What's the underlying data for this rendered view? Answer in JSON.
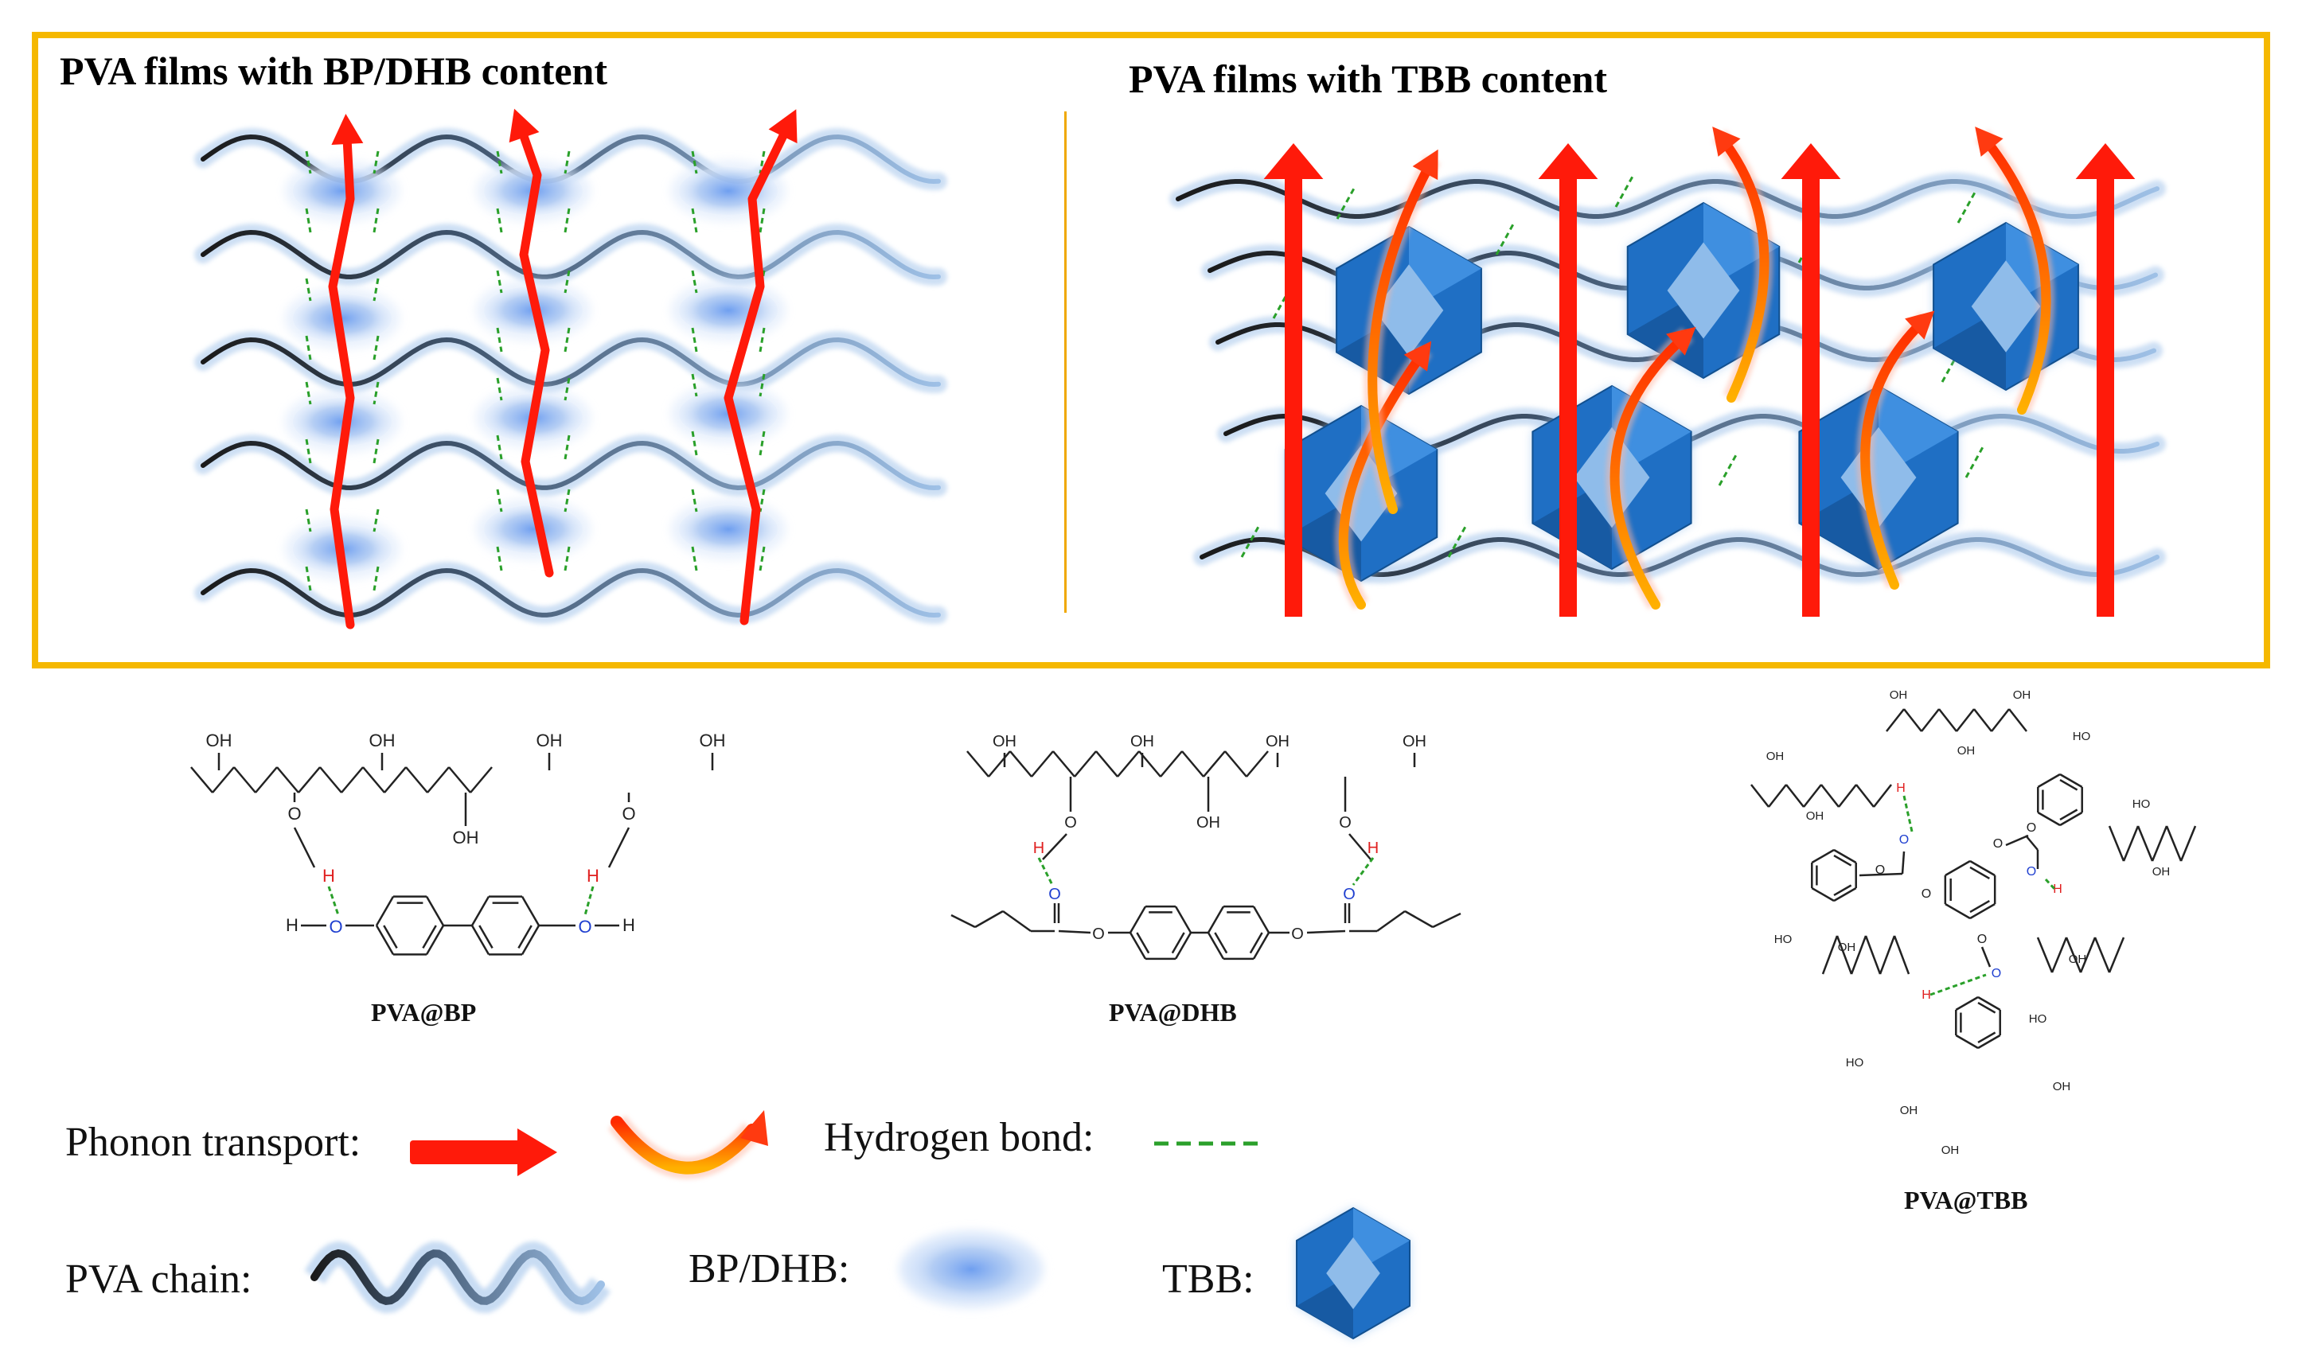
{
  "panels": {
    "left_title": "PVA films with BP/DHB content",
    "right_title": "PVA films with TBB content"
  },
  "molecules": {
    "bp_label": "PVA@BP",
    "dhb_label": "PVA@DHB",
    "tbb_label": "PVA@TBB",
    "atoms": {
      "oh": "OH",
      "ho": "HO",
      "o": "O",
      "h": "H"
    }
  },
  "legend": {
    "phonon": "Phonon transport:",
    "hbond": "Hydrogen bond:",
    "chain": "PVA chain:",
    "bpdhb": "BP/DHB:",
    "tbb": "TBB:"
  },
  "colors": {
    "frame": "#f5b800",
    "phonon": "#ff1a0a",
    "hbond": "#2aa02a",
    "chain": "#8fb0d6",
    "particle": "#1f6fc4"
  }
}
